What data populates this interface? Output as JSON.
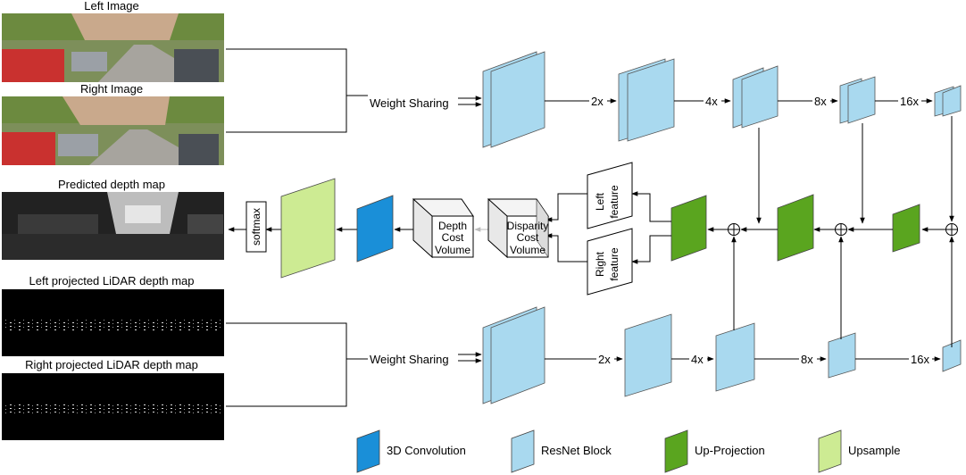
{
  "images": {
    "left_image": "Left Image",
    "right_image": "Right Image",
    "predicted_depth": "Predicted depth map",
    "left_lidar": "Left projected LiDAR depth map",
    "right_lidar": "Right projected LiDAR depth map"
  },
  "labels": {
    "weight_sharing_top": "Weight Sharing",
    "weight_sharing_bottom": "Weight Sharing",
    "scale_2x_top": "2x",
    "scale_4x_top": "4x",
    "scale_8x_top": "8x",
    "scale_16x_top": "16x",
    "scale_2x_bottom": "2x",
    "scale_4x_bottom": "4x",
    "scale_8x_bottom": "8x",
    "scale_16x_bottom": "16x",
    "softmax": "softmax",
    "depth_cost_1": "Depth",
    "depth_cost_2": "Cost",
    "depth_cost_3": "Volume",
    "disp_cost_1": "Disparity",
    "disp_cost_2": "Cost",
    "disp_cost_3": "Volume",
    "left_feature_1": "Left",
    "left_feature_2": "feature",
    "right_feature_1": "Right",
    "right_feature_2": "feature"
  },
  "legend": [
    {
      "label": "3D Convolution",
      "color": "#1a8fd8"
    },
    {
      "label": "ResNet Block",
      "color": "#a9d9ef"
    },
    {
      "label": "Up-Projection",
      "color": "#5aa51f"
    },
    {
      "label": "Upsample",
      "color": "#cdeb93"
    }
  ],
  "colors": {
    "conv3d": "#1a8fd8",
    "resnet": "#a9d9ef",
    "upproj": "#5aa51f",
    "upsample": "#cdeb93"
  }
}
